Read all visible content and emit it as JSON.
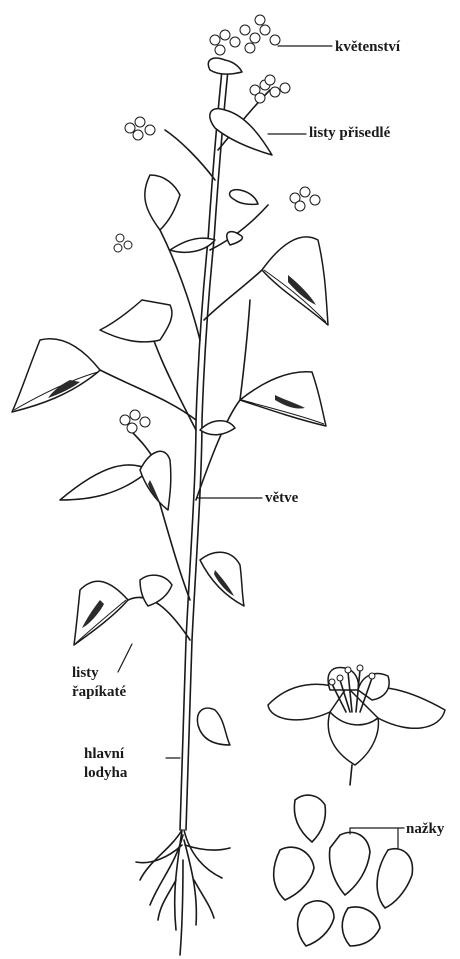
{
  "labels": {
    "kvetenstvi": "květenství",
    "listy_prisedle": "listy přisedlé",
    "vetve": "větve",
    "listy_rapikate_line1": "listy",
    "listy_rapikate_line2": "řapíkaté",
    "hlavni_lodyha_line1": "hlavní",
    "hlavni_lodyha_line2": "lodyha",
    "nazky": "nažky"
  }
}
